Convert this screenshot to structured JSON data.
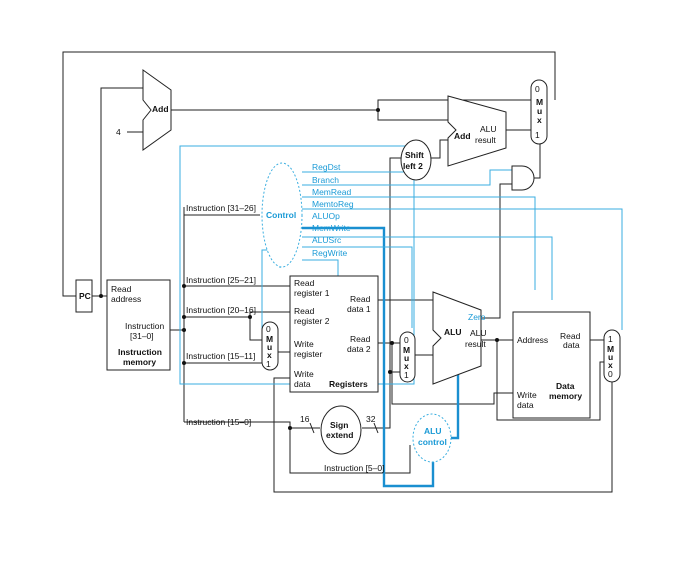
{
  "units": {
    "pc": "PC",
    "add": "Add",
    "add2": "Add",
    "add_const": "4",
    "alu_result_top_1": "ALU",
    "alu_result_top_2": "result",
    "mux_top_0": "0",
    "mux_top_label": "M\nu\nx",
    "mux_top_1": "1",
    "shift_1": "Shift",
    "shift_2": "left 2",
    "control": "Control",
    "imem_read_1": "Read",
    "imem_read_2": "address",
    "imem_instr_1": "Instruction",
    "imem_instr_2": "[31–0]",
    "imem_name_1": "Instruction",
    "imem_name_2": "memory",
    "reg_read1_1": "Read",
    "reg_read1_2": "register 1",
    "reg_read2_1": "Read",
    "reg_read2_2": "register 2",
    "reg_write_1": "Write",
    "reg_write_2": "register",
    "reg_wdata_1": "Write",
    "reg_wdata_2": "data",
    "reg_name": "Registers",
    "reg_rd1_1": "Read",
    "reg_rd1_2": "data 1",
    "reg_rd2_1": "Read",
    "reg_rd2_2": "data 2",
    "mux_rd_0": "0",
    "mux_rd_1": "1",
    "mux_alu_0": "0",
    "mux_alu_1": "1",
    "alu_name": "ALU",
    "alu_zero": "Zero",
    "alu_res_1": "ALU",
    "alu_res_2": "result",
    "dmem_addr": "Address",
    "dmem_read_1": "Read",
    "dmem_read_2": "data",
    "dmem_write_1": "Write",
    "dmem_write_2": "data",
    "dmem_name_1": "Data",
    "dmem_name_2": "memory",
    "mux_wb_1": "1",
    "mux_wb_0": "0",
    "sign_1": "Sign",
    "sign_2": "extend",
    "sign_in": "16",
    "sign_out": "32",
    "alu_control_1": "ALU",
    "alu_control_2": "control",
    "mux_word": "M u x"
  },
  "instruction_fields": {
    "f31_26": "Instruction [31–26]",
    "f25_21": "Instruction [25–21]",
    "f20_16": "Instruction [20–16]",
    "f15_11": "Instruction [15–11]",
    "f15_0": "Instruction [15–0]",
    "f5_0": "Instruction [5–0]"
  },
  "control_signals": [
    "RegDst",
    "Branch",
    "MemRead",
    "MemtoReg",
    "ALUOp",
    "MemWrite",
    "ALUSrc",
    "RegWrite"
  ],
  "colors": {
    "control_line": "#3aaee0",
    "aluop_line": "#1a8fd0",
    "wire": "#222222"
  }
}
